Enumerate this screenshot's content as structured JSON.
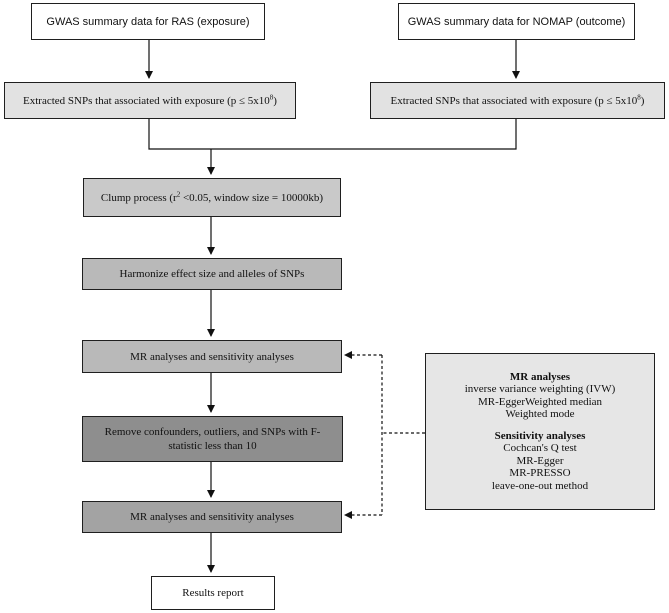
{
  "nodes": {
    "ras": "GWAS summary data for RAS (exposure)",
    "nomap": "GWAS summary data for NOMAP (outcome)",
    "extract_left": {
      "text": "Extracted SNPs that associated with exposure (p ≤ 5x10",
      "sup": "8",
      "tail": ")"
    },
    "extract_right": {
      "text": "Extracted SNPs that associated with exposure (p ≤ 5x10",
      "sup": "8",
      "tail": ")"
    },
    "clump": {
      "pre": "Clump process (r",
      "sup": "2",
      "post": " <0.05, window size = 10000kb)"
    },
    "harmonize": "Harmonize effect size and alleles of SNPs",
    "mr1": "MR analyses and sensitivity analyses",
    "remove": "Remove confounders, outliers, and SNPs with F-statistic less than 10",
    "mr2": "MR analyses and sensitivity analyses",
    "results": "Results report"
  },
  "legend": {
    "mr_heading": "MR analyses",
    "mr_items": [
      "inverse variance weighting (IVW)",
      "MR-EggerWeighted median",
      "Weighted mode"
    ],
    "sens_heading": "Sensitivity analyses",
    "sens_items": [
      "Cochcan's Q test",
      "MR-Egger",
      "MR-PRESSO",
      "leave-one-out method"
    ]
  }
}
